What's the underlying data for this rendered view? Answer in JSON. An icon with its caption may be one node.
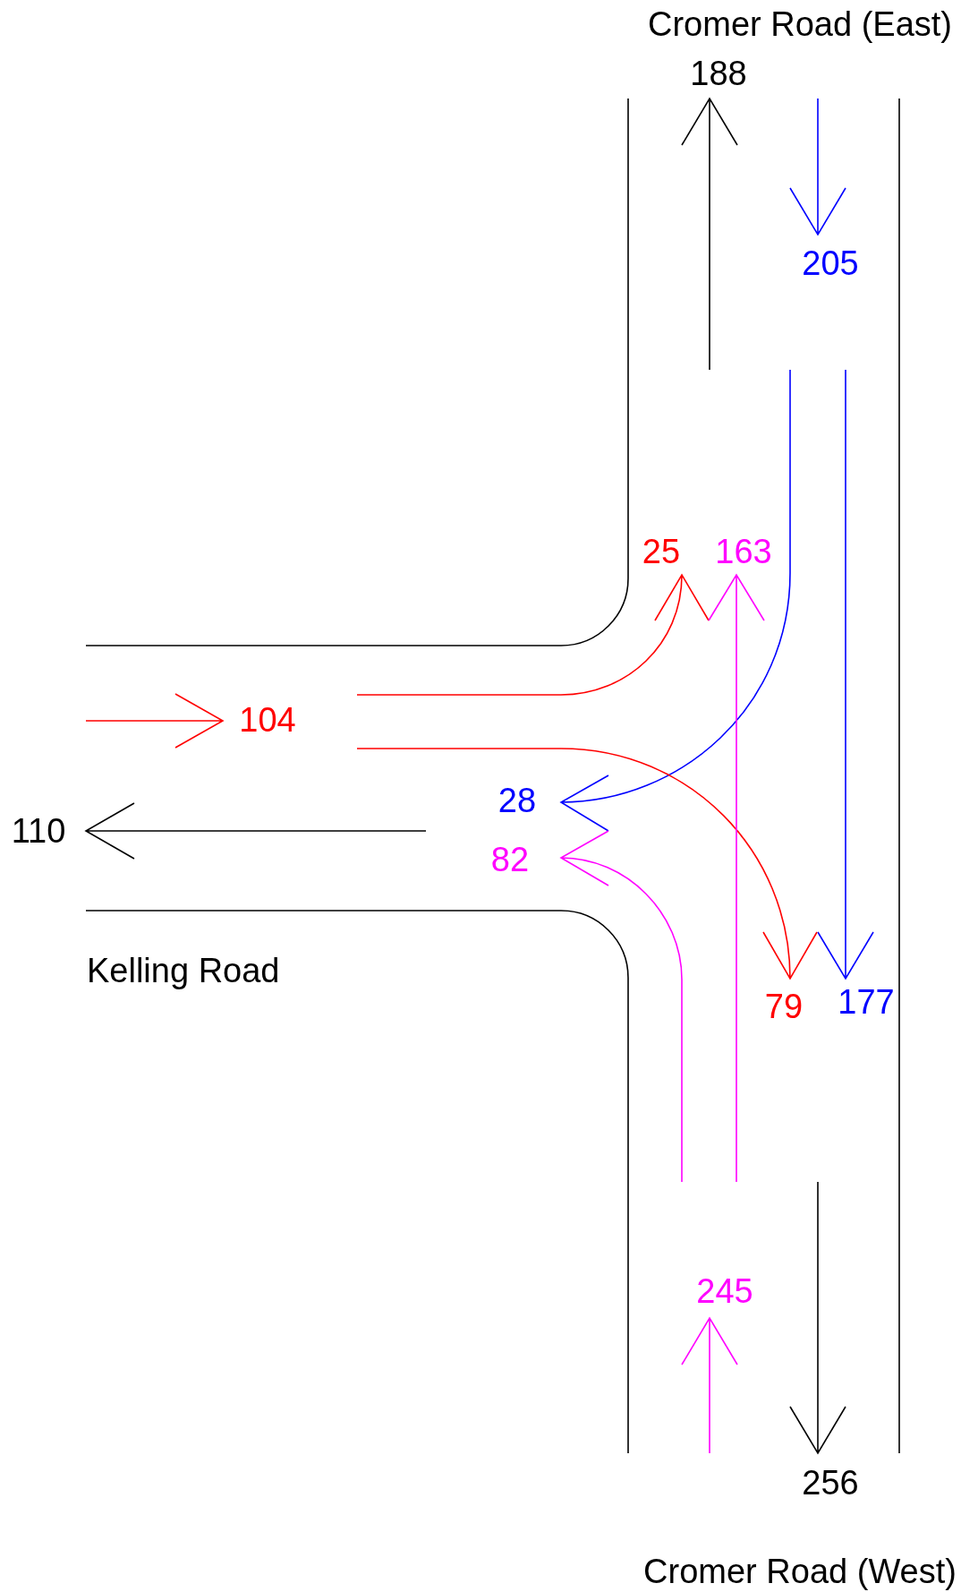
{
  "diagram": {
    "labels": [
      "Cromer Road (East)",
      "188",
      "205",
      "25",
      "163",
      "104",
      "28",
      "110",
      "82",
      "79",
      "177",
      "Kelling Road",
      "245",
      "256",
      "Cromer Road (West)"
    ]
  }
}
